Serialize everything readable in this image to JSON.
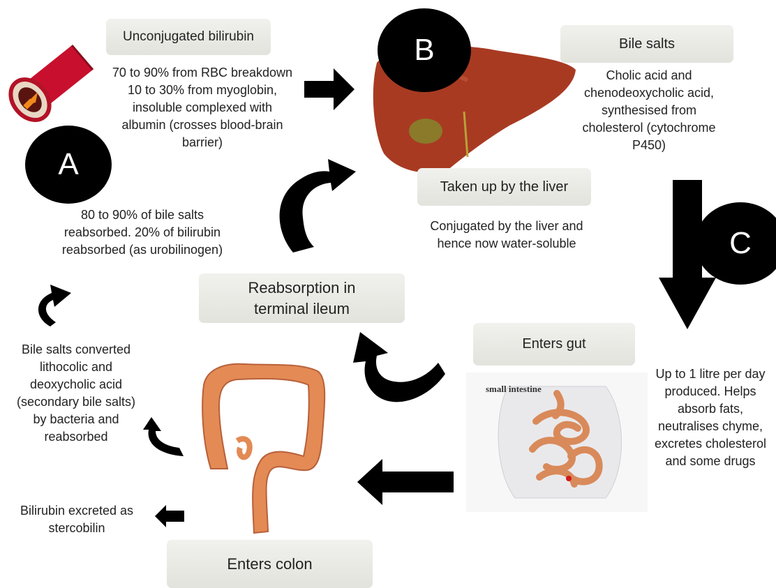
{
  "labels": {
    "a": "A",
    "b": "B",
    "c": "C"
  },
  "boxes": {
    "unconjugated": "Unconjugated bilirubin",
    "bile_salts": "Bile salts",
    "taken_up": "Taken up by the liver",
    "reabsorption": "Reabsorption in terminal ileum",
    "enters_gut": "Enters gut",
    "enters_colon": "Enters colon"
  },
  "notes": {
    "unconjugated": "70 to 90% from RBC breakdown 10 to 30% from myoglobin, insoluble complexed with albumin (crosses blood-brain barrier)",
    "bile_salts": "Cholic acid and chenodeoxycholic acid, synthesised from cholesterol (cytochrome P450)",
    "conjugated": "Conjugated by the liver and hence now water-soluble",
    "reabsorbed": "80 to 90% of bile salts reabsorbed. 20% of bilirubin reabsorbed (as urobilinogen)",
    "secondary": "Bile salts converted lithocolic and deoxycholic acid (secondary bile salts) by bacteria and reabsorbed",
    "gut": "Up to 1 litre per day produced. Helps absorb fats, neutralises chyme, excretes cholesterol and some drugs",
    "stercobilin": "Bilirubin excreted as stercobilin"
  },
  "images": {
    "small_intestine_label": "small intestine"
  },
  "colors": {
    "arrow": "#000000",
    "box": "#e8e8e3",
    "liver": "#a83a22",
    "intestine": "#e38a55",
    "vessel": "#c8102e"
  }
}
